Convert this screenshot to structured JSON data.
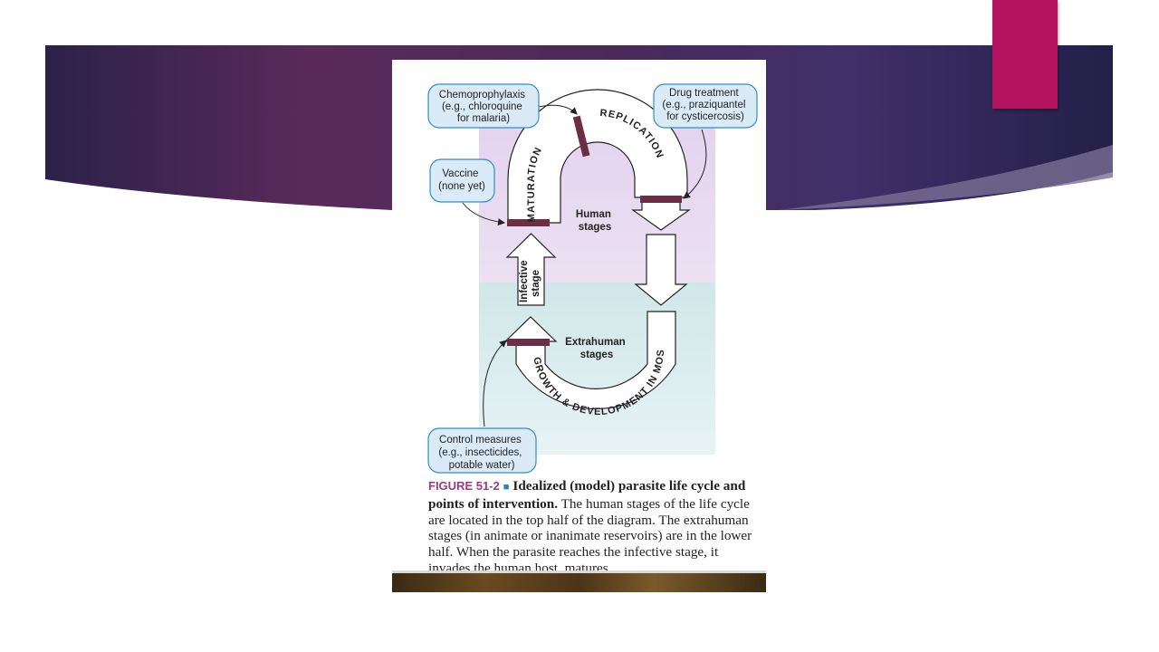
{
  "callouts": {
    "chemoprophylaxis": [
      "Chemoprophylaxis",
      "(e.g., chloroquine",
      "for malaria)"
    ],
    "drug_treatment": [
      "Drug treatment",
      "(e.g., praziquantel",
      "for cysticercosis)"
    ],
    "vaccine": [
      "Vaccine",
      "(none yet)"
    ],
    "control_measures": [
      "Control measures",
      "(e.g., insecticides,",
      "potable water)"
    ]
  },
  "stages": {
    "maturation": "MATURATION",
    "replication": "REPLICATION",
    "infective": [
      "Infective",
      "stage"
    ],
    "human": [
      "Human",
      "stages"
    ],
    "extrahuman": [
      "Extrahuman",
      "stages"
    ],
    "growth": "GROWTH & DEVELOPMENT IN MOSQUITO"
  },
  "caption": {
    "label": "FIGURE 51-2",
    "bullet": "■",
    "title": "Idealized (model) parasite life cycle and points of intervention.",
    "body": "The human stages of the life cycle are located in the top half of the diagram. The extrahuman stages (in animate or inanimate reservoirs) are in the lower half. When the parasite reaches the infective stage, it invades the human host, matures"
  },
  "colors": {
    "banner_dark": "#2b2249",
    "banner_plum": "#5a2a5a",
    "accent": "#b5135f",
    "human_zone": "#e6d8ef",
    "extrahuman_zone": "#d3eaec",
    "callout_fill": "#dbeaf7",
    "callout_border": "#2f8fc4",
    "block_bar": "#6b2f45"
  }
}
